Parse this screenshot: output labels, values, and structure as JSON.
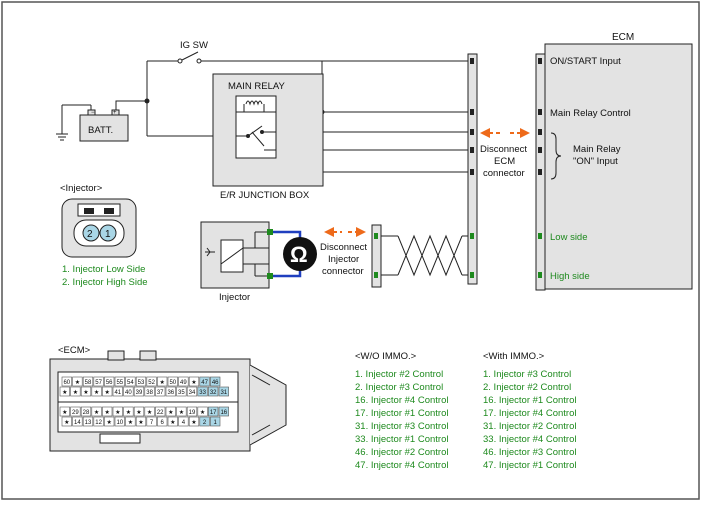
{
  "colors": {
    "box_fill": "#e3e3e3",
    "wire": "#222222",
    "green_text": "#1e8a1e",
    "orange_arrow": "#ee6a1a",
    "blue_wire": "#1f3fbf",
    "pin_highlight": "#a9d6e6"
  },
  "labels": {
    "ig_sw": "IG SW",
    "batt": "BATT.",
    "main_relay": "MAIN RELAY",
    "er_box": "E/R JUNCTION BOX",
    "ecm_title": "ECM",
    "on_start": "ON/START Input",
    "main_relay_control": "Main Relay Control",
    "main_relay_on": "Main Relay",
    "main_relay_on2": "\"ON\" Input",
    "low_side": "Low side",
    "high_side": "High side",
    "disc_ecm": [
      "Disconnect",
      "ECM",
      "connector"
    ],
    "disc_inj": [
      "Disconnect",
      "Injector",
      "connector"
    ],
    "injector": "Injector",
    "injector_heading": "<Injector>",
    "ecm_heading": "<ECM>",
    "ohm": "Ω"
  },
  "injector_pins": {
    "left": "2",
    "right": "1",
    "legend": [
      "1. Injector Low Side",
      "2. Injector High Side"
    ]
  },
  "ecm_connector": {
    "row1": [
      "60",
      "★",
      "58",
      "57",
      "56",
      "55",
      "54",
      "53",
      "52",
      "★",
      "50",
      "49",
      "★",
      "47",
      "46"
    ],
    "row2": [
      "★",
      "★",
      "★",
      "★",
      "★",
      "41",
      "40",
      "39",
      "38",
      "37",
      "36",
      "35",
      "34",
      "33",
      "32",
      "31"
    ],
    "row3": [
      "★",
      "29",
      "28",
      "★",
      "★",
      "★",
      "★",
      "★",
      "★",
      "22",
      "★",
      "★",
      "19",
      "★",
      "17",
      "16"
    ],
    "row4": [
      "★",
      "14",
      "13",
      "12",
      "★",
      "10",
      "★",
      "★",
      "7",
      "6",
      "★",
      "4",
      "★",
      "2",
      "1"
    ]
  },
  "immo": {
    "without_title": "<W/O IMMO.>",
    "with_title": "<With IMMO.>",
    "without": [
      "1. Injector #2 Control",
      "2. Injector #3 Control",
      "16. Injector #4 Control",
      "17. Injector #1 Control",
      "31. Injector #3 Control",
      "33. Injector #1 Control",
      "46. Injector #2 Control",
      "47. Injector #4 Control"
    ],
    "with": [
      "1. Injector #3 Control",
      "2. Injector #2 Control",
      "16. Injector #1 Control",
      "17. Injector #4 Control",
      "31. Injector #2 Control",
      "33. Injector #4 Control",
      "46. Injector #3 Control",
      "47. Injector #1 Control"
    ]
  }
}
